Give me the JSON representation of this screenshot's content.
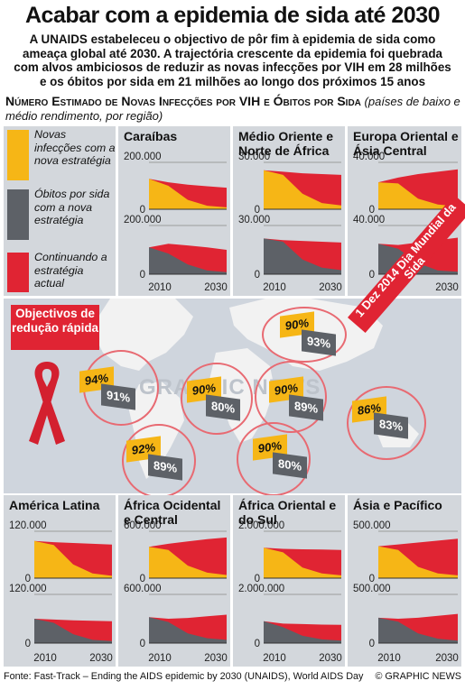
{
  "title": "Acabar com a epidemia de sida até 2030",
  "intro": "A UNAIDS estabeleceu o objectivo de pôr fim à epidemia de sida como ameaça global até 2030. A trajectória crescente da epidemia foi quebrada com alvos ambiciosos de reduzir as novas infecções por VIH em 28 milhões e os óbitos por sida em 21 milhões ao longo dos próximos 15 anos",
  "subhead": {
    "main": "Número Estimado de Novas Infecções por VIH e Óbitos por Sida",
    "note": "(países de baixo e médio rendimento, por região)"
  },
  "legend": [
    {
      "label": "Novas infecções com a nova estratégia",
      "color": "#f6b616"
    },
    {
      "label": "Óbitos por sida com a nova estratégia",
      "color": "#5d6167"
    },
    {
      "label": "Continuando a estratégia actual",
      "color": "#e02433"
    }
  ],
  "colors": {
    "new_strategy_infections": "#f6b616",
    "new_strategy_deaths": "#5d6167",
    "current_strategy": "#e02433",
    "panel": "#d3d7dc"
  },
  "map": {
    "objective_label": "Objectivos de redução rápida",
    "sash": "1 Dez 2014 Dia Mundial da Sida",
    "watermark": "GRAPHIC NEWS",
    "targets": [
      {
        "region": "Caraíbas",
        "infections": "94%",
        "deaths": "91%"
      },
      {
        "region": "América Latina",
        "infections": "92%",
        "deaths": "89%"
      },
      {
        "region": "África Ocidental e Central",
        "infections": "90%",
        "deaths": "80%"
      },
      {
        "region": "Médio Oriente e Norte de África",
        "infections": "90%",
        "deaths": "89%"
      },
      {
        "region": "África Oriental e do Sul",
        "infections": "90%",
        "deaths": "80%"
      },
      {
        "region": "Europa Oriental e Ásia Central",
        "infections": "90%",
        "deaths": "93%"
      },
      {
        "region": "Ásia e Pacífico",
        "infections": "86%",
        "deaths": "83%"
      }
    ]
  },
  "chart_data": [
    {
      "type": "area",
      "title": "Caraíbas",
      "x_ticks": [
        "2010",
        "2030"
      ],
      "x": [
        2010,
        2015,
        2020,
        2025,
        2030
      ],
      "infections": {
        "ylim": [
          0,
          200000
        ],
        "ticks": [
          "200.000",
          "0"
        ],
        "series": [
          {
            "name": "Continuando a estratégia actual",
            "values": [
              130000,
              115000,
              105000,
              98000,
              92000
            ]
          },
          {
            "name": "Novas infecções com a nova estratégia",
            "values": [
              130000,
              100000,
              40000,
              15000,
              8000
            ]
          }
        ]
      },
      "deaths": {
        "ylim": [
          0,
          200000
        ],
        "ticks": [
          "200.000",
          "0"
        ],
        "series": [
          {
            "name": "Continuando a estratégia actual",
            "values": [
              110000,
              125000,
              118000,
              110000,
              100000
            ]
          },
          {
            "name": "Óbitos por sida com a nova estratégia",
            "values": [
              110000,
              85000,
              40000,
              15000,
              8000
            ]
          }
        ]
      }
    },
    {
      "type": "area",
      "title": "Médio Oriente e Norte de África",
      "x_ticks": [
        "2010",
        "2030"
      ],
      "x": [
        2010,
        2015,
        2020,
        2025,
        2030
      ],
      "infections": {
        "ylim": [
          0,
          30000
        ],
        "ticks": [
          "30.000",
          "0"
        ],
        "series": [
          {
            "name": "Continuando a estratégia actual",
            "values": [
              25000,
              24000,
              23000,
              22500,
              22000
            ]
          },
          {
            "name": "Novas infecções com a nova estratégia",
            "values": [
              25000,
              22000,
              10000,
              4000,
              2500
            ]
          }
        ]
      },
      "deaths": {
        "ylim": [
          0,
          30000
        ],
        "ticks": [
          "30.000",
          "0"
        ],
        "series": [
          {
            "name": "Continuando a estratégia actual",
            "values": [
              22000,
              21000,
              20500,
              20000,
              19500
            ]
          },
          {
            "name": "Óbitos por sida com a nova estratégia",
            "values": [
              22000,
              20000,
              9000,
              4000,
              2500
            ]
          }
        ]
      }
    },
    {
      "type": "area",
      "title": "Europa Oriental e Ásia Central",
      "x_ticks": [
        "2010",
        "2030"
      ],
      "x": [
        2010,
        2015,
        2020,
        2025,
        2030
      ],
      "infections": {
        "ylim": [
          0,
          40000
        ],
        "ticks": [
          "40.000",
          "0"
        ],
        "series": [
          {
            "name": "Continuando a estratégia actual",
            "values": [
              23000,
              27000,
              30000,
              32000,
              34000
            ]
          },
          {
            "name": "Novas infecções com a nova estratégia",
            "values": [
              23000,
              22000,
              9000,
              4000,
              2500
            ]
          }
        ]
      },
      "deaths": {
        "ylim": [
          0,
          40000
        ],
        "ticks": [
          "40.000",
          "0"
        ],
        "series": [
          {
            "name": "Continuando a estratégia actual",
            "values": [
              25000,
              24000,
              26000,
              28000,
              30000
            ]
          },
          {
            "name": "Óbitos por sida com a nova estratégia",
            "values": [
              25000,
              21000,
              9000,
              3000,
              2000
            ]
          }
        ]
      }
    },
    {
      "type": "area",
      "title": "América Latina",
      "x_ticks": [
        "2010",
        "2030"
      ],
      "x": [
        2010,
        2015,
        2020,
        2025,
        2030
      ],
      "infections": {
        "ylim": [
          0,
          120000
        ],
        "ticks": [
          "120.000",
          "0"
        ],
        "series": [
          {
            "name": "Continuando a estratégia actual",
            "values": [
              95000,
              92000,
              90000,
              88000,
              86000
            ]
          },
          {
            "name": "Novas infecções com a nova estratégia",
            "values": [
              95000,
              85000,
              35000,
              12000,
              6000
            ]
          }
        ]
      },
      "deaths": {
        "ylim": [
          0,
          120000
        ],
        "ticks": [
          "120.000",
          "0"
        ],
        "series": [
          {
            "name": "Continuando a estratégia actual",
            "values": [
              60000,
              58000,
              56000,
              55000,
              54000
            ]
          },
          {
            "name": "Óbitos por sida com a nova estratégia",
            "values": [
              60000,
              50000,
              22000,
              8000,
              5000
            ]
          }
        ]
      }
    },
    {
      "type": "area",
      "title": "África Ocidental e Central",
      "x_ticks": [
        "2010",
        "2030"
      ],
      "x": [
        2010,
        2015,
        2020,
        2025,
        2030
      ],
      "infections": {
        "ylim": [
          0,
          600000
        ],
        "ticks": [
          "600.000",
          "0"
        ],
        "series": [
          {
            "name": "Continuando a estratégia actual",
            "values": [
              400000,
              440000,
              470000,
              500000,
              520000
            ]
          },
          {
            "name": "Novas infecções com a nova estratégia",
            "values": [
              400000,
              360000,
              160000,
              70000,
              40000
            ]
          }
        ]
      },
      "deaths": {
        "ylim": [
          0,
          600000
        ],
        "ticks": [
          "600.000",
          "0"
        ],
        "series": [
          {
            "name": "Continuando a estratégia actual",
            "values": [
              320000,
              300000,
              310000,
              330000,
              350000
            ]
          },
          {
            "name": "Óbitos por sida com a nova estratégia",
            "values": [
              320000,
              260000,
              120000,
              60000,
              40000
            ]
          }
        ]
      }
    },
    {
      "type": "area",
      "title": "África Oriental e do Sul",
      "x_ticks": [
        "2010",
        "2030"
      ],
      "x": [
        2010,
        2015,
        2020,
        2025,
        2030
      ],
      "infections": {
        "ylim": [
          0,
          2000000
        ],
        "ticks": [
          "2.000.000",
          "0"
        ],
        "series": [
          {
            "name": "Continuando a estratégia actual",
            "values": [
              1300000,
              1250000,
              1230000,
              1220000,
              1200000
            ]
          },
          {
            "name": "Novas infecções com a nova estratégia",
            "values": [
              1300000,
              1100000,
              450000,
              200000,
              120000
            ]
          }
        ]
      },
      "deaths": {
        "ylim": [
          0,
          2000000
        ],
        "ticks": [
          "2.000.000",
          "0"
        ],
        "series": [
          {
            "name": "Continuando a estratégia actual",
            "values": [
              900000,
              800000,
              780000,
              760000,
              750000
            ]
          },
          {
            "name": "Óbitos por sida com a nova estratégia",
            "values": [
              900000,
              650000,
              300000,
              150000,
              100000
            ]
          }
        ]
      }
    },
    {
      "type": "area",
      "title": "Ásia e Pacífico",
      "x_ticks": [
        "2010",
        "2030"
      ],
      "x": [
        2010,
        2015,
        2020,
        2025,
        2030
      ],
      "infections": {
        "ylim": [
          0,
          500000
        ],
        "ticks": [
          "500.000",
          "0"
        ],
        "series": [
          {
            "name": "Continuando a estratégia actual",
            "values": [
              340000,
              360000,
              380000,
              400000,
              420000
            ]
          },
          {
            "name": "Novas infecções com a nova estratégia",
            "values": [
              340000,
              300000,
              120000,
              50000,
              30000
            ]
          }
        ]
      },
      "deaths": {
        "ylim": [
          0,
          500000
        ],
        "ticks": [
          "500.000",
          "0"
        ],
        "series": [
          {
            "name": "Continuando a estratégia actual",
            "values": [
              260000,
              250000,
              260000,
              280000,
              300000
            ]
          },
          {
            "name": "Óbitos por sida com a nova estratégia",
            "values": [
              260000,
              220000,
              100000,
              45000,
              25000
            ]
          }
        ]
      }
    }
  ],
  "footer": {
    "source": "Fonte: Fast-Track – Ending the AIDS epidemic by 2030 (UNAIDS), World AIDS Day",
    "credit": "© GRAPHIC NEWS"
  }
}
